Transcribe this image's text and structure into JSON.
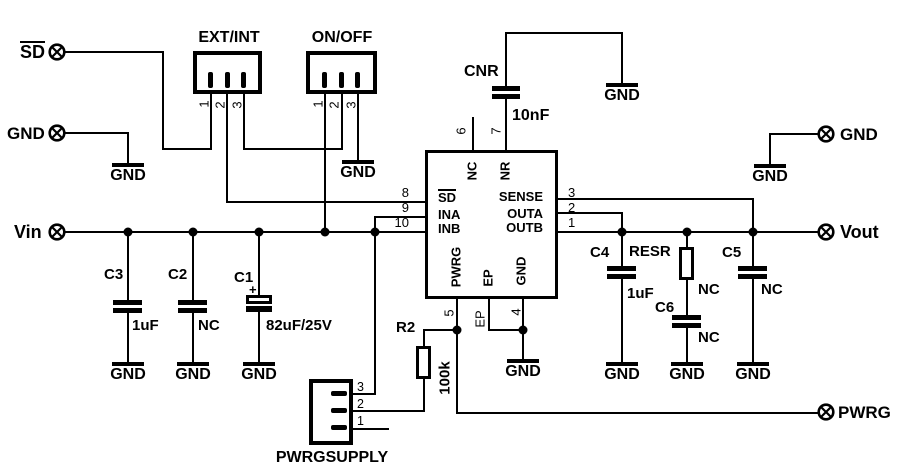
{
  "schematic": {
    "terminals": {
      "sd": "SD",
      "gnd_left": "GND",
      "vin": "Vin",
      "gnd_right": "GND",
      "vout": "Vout",
      "pwrg": "PWRG"
    },
    "ground": "GND",
    "connectors": {
      "ext_int": {
        "label": "EXT/INT",
        "pin1": "1",
        "pin2": "2",
        "pin3": "3"
      },
      "on_off": {
        "label": "ON/OFF",
        "pin1": "1",
        "pin2": "2",
        "pin3": "3"
      },
      "pwrg_supply": {
        "label": "PWRGSUPPLY",
        "pin1": "1",
        "pin2": "2",
        "pin3": "3"
      }
    },
    "ic": {
      "pin6_num": "6",
      "pin6_name": "NC",
      "pin7_num": "7",
      "pin7_name": "NR",
      "pin8_num": "8",
      "pin8_name": "SD",
      "pin9_num": "9",
      "pin9_name": "INA",
      "pin10_num": "10",
      "pin10_name": "INB",
      "pin3_num": "3",
      "pin3_name": "SENSE",
      "pin2_num": "2",
      "pin2_name": "OUTA",
      "pin1_num": "1",
      "pin1_name": "OUTB",
      "pin5_num": "5",
      "pin5_name": "PWRG",
      "pinEP_num": "EP",
      "pinEP_name": "EP",
      "pin4_num": "4",
      "pin4_name": "GND"
    },
    "components": {
      "cnr": {
        "ref": "CNR",
        "value": "10nF"
      },
      "c1": {
        "ref": "C1",
        "value": "82uF/25V",
        "polarity": "+"
      },
      "c2": {
        "ref": "C2",
        "value": "NC"
      },
      "c3": {
        "ref": "C3",
        "value": "1uF"
      },
      "c4": {
        "ref": "C4",
        "value": "1uF"
      },
      "c5": {
        "ref": "C5",
        "value": "NC"
      },
      "c6": {
        "ref": "C6",
        "value": "NC"
      },
      "resr": {
        "ref": "RESR",
        "value": "NC"
      },
      "r2": {
        "ref": "R2",
        "value": "100k"
      }
    }
  },
  "colors": {
    "ink": "#000000",
    "paper": "#ffffff"
  }
}
